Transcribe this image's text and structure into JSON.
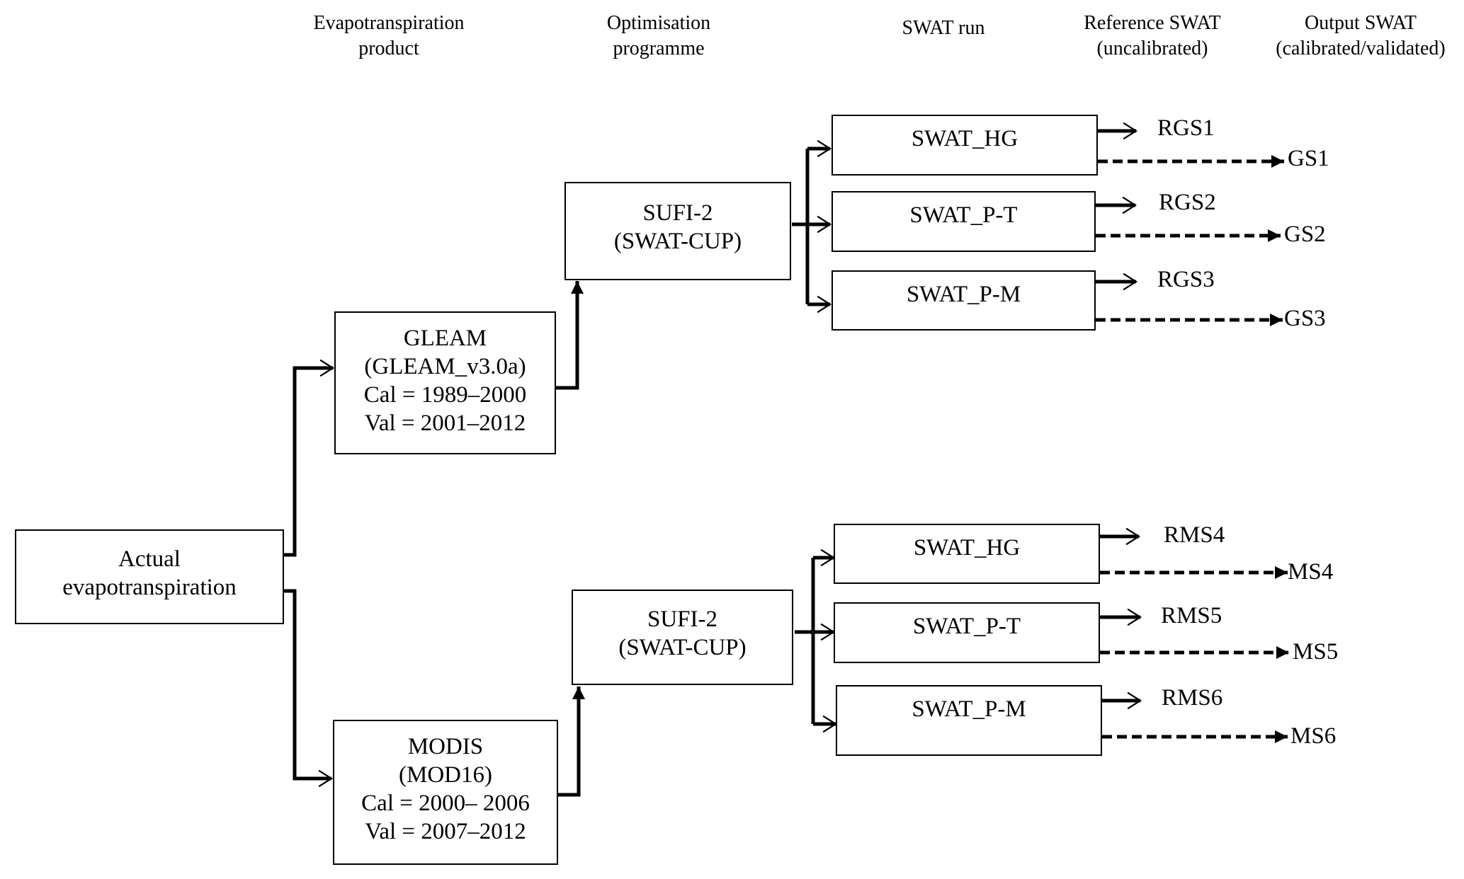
{
  "headings": {
    "et_product": [
      "Evapotranspiration",
      "product"
    ],
    "optimisation": [
      "Optimisation",
      "programme"
    ],
    "swat_run": [
      "SWAT run"
    ],
    "reference": [
      "Reference SWAT",
      "(uncalibrated)"
    ],
    "output": [
      "Output SWAT",
      "(calibrated/validated)"
    ]
  },
  "source": {
    "lines": [
      "Actual",
      "evapotranspiration"
    ]
  },
  "products": [
    {
      "name": "gleam",
      "lines": [
        "GLEAM",
        "(GLEAM_v3.0a)",
        "Cal = 1989–2000",
        "Val = 2001–2012"
      ]
    },
    {
      "name": "modis",
      "lines": [
        "MODIS",
        "(MOD16)",
        "Cal = 2000– 2006",
        "Val = 2007–2012"
      ]
    }
  ],
  "optimisers": [
    {
      "lines": [
        "SUFI-2",
        "(SWAT-CUP)"
      ]
    },
    {
      "lines": [
        "SUFI-2",
        "(SWAT-CUP)"
      ]
    }
  ],
  "swat_runs": {
    "gleam": [
      {
        "label": "SWAT_HG",
        "reference": "RGS1",
        "output": "GS1"
      },
      {
        "label": "SWAT_P-T",
        "reference": "RGS2",
        "output": "GS2"
      },
      {
        "label": "SWAT_P-M",
        "reference": "RGS3",
        "output": "GS3"
      }
    ],
    "modis": [
      {
        "label": "SWAT_HG",
        "reference": "RMS4",
        "output": "MS4"
      },
      {
        "label": "SWAT_P-T",
        "reference": "RMS5",
        "output": "MS5"
      },
      {
        "label": "SWAT_P-M",
        "reference": "RMS6",
        "output": "MS6"
      }
    ]
  },
  "legend_semantics": {
    "solid_arrow": "reference (uncalibrated) run",
    "dashed_arrow": "calibrated/validated output"
  },
  "colors": {
    "line": "#000000",
    "background": "#ffffff"
  }
}
